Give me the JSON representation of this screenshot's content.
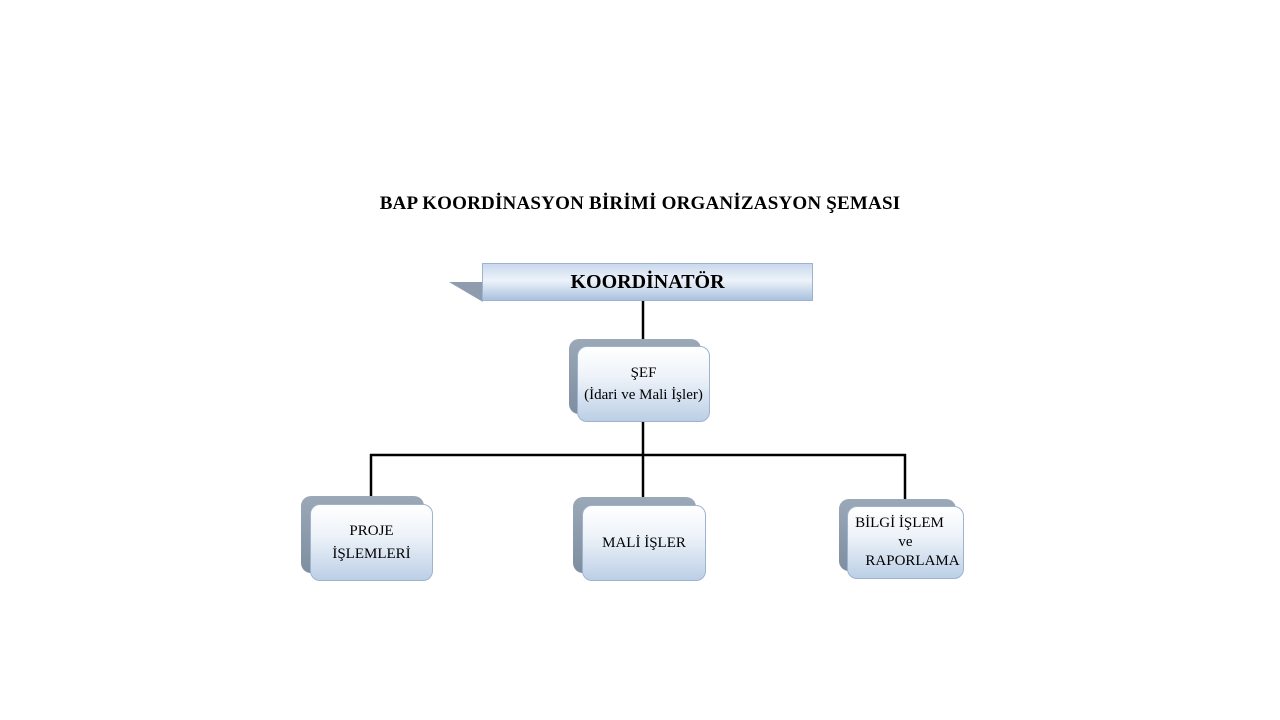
{
  "title": "BAP KOORDİNASYON BİRİMİ ORGANİZASYON ŞEMASI",
  "coordinator": {
    "label": "KOORDİNATÖR"
  },
  "chief": {
    "line1": "ŞEF",
    "line2": "(İdari ve Mali İşler)"
  },
  "units": {
    "projects": {
      "line1": "PROJE",
      "line2": "İŞLEMLERİ"
    },
    "finance": {
      "line1": "MALİ İŞLER"
    },
    "it": {
      "line1": "BİLGİ İŞLEM",
      "line2": "ve",
      "line3": "RAPORLAMA"
    }
  },
  "colors": {
    "node_border": "#9db3cf",
    "node_gradient_top": "#ffffff",
    "node_gradient_bottom": "#bccfe6",
    "shadow": "#8695a8",
    "connector": "#000000"
  }
}
